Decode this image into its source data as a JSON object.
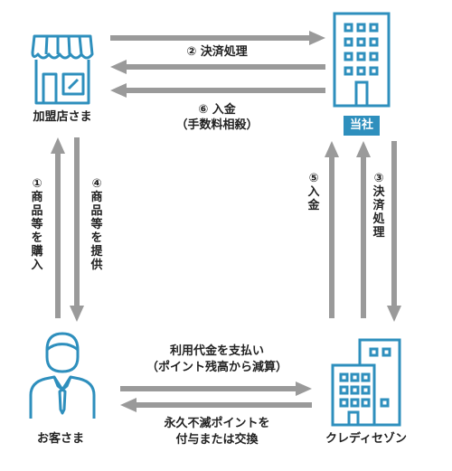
{
  "nodes": {
    "store": {
      "label": "加盟店さま",
      "icon": "store-icon"
    },
    "company": {
      "label": "当社",
      "icon": "office-building-icon"
    },
    "customer": {
      "label": "お客さま",
      "icon": "person-icon"
    },
    "credit_saison": {
      "label": "クレディセゾン",
      "icon": "office-buildings-icon"
    }
  },
  "flows": {
    "step2": "② 決済処理",
    "step6_line1": "⑥ 入金",
    "step6_line2": "（手数料相殺）",
    "step1": {
      "num": "①",
      "text": [
        "商",
        "品",
        "等",
        "を",
        "購",
        "入"
      ]
    },
    "step4": {
      "num": "④",
      "text": [
        "商",
        "品",
        "等",
        "を",
        "提",
        "供"
      ]
    },
    "step5": {
      "num": "⑤",
      "text": [
        "入",
        "金"
      ]
    },
    "step3": {
      "num": "③",
      "text": [
        "決",
        "済",
        "処",
        "理"
      ]
    },
    "pay_line1": "利用代金を支払い",
    "pay_line2": "（ポイント残高から減算）",
    "points_line1": "永久不滅ポイントを",
    "points_line2": "付与または交換"
  },
  "colors": {
    "accent": "#2e8fbd",
    "arrow": "#9a9a9a",
    "text": "#222222"
  }
}
